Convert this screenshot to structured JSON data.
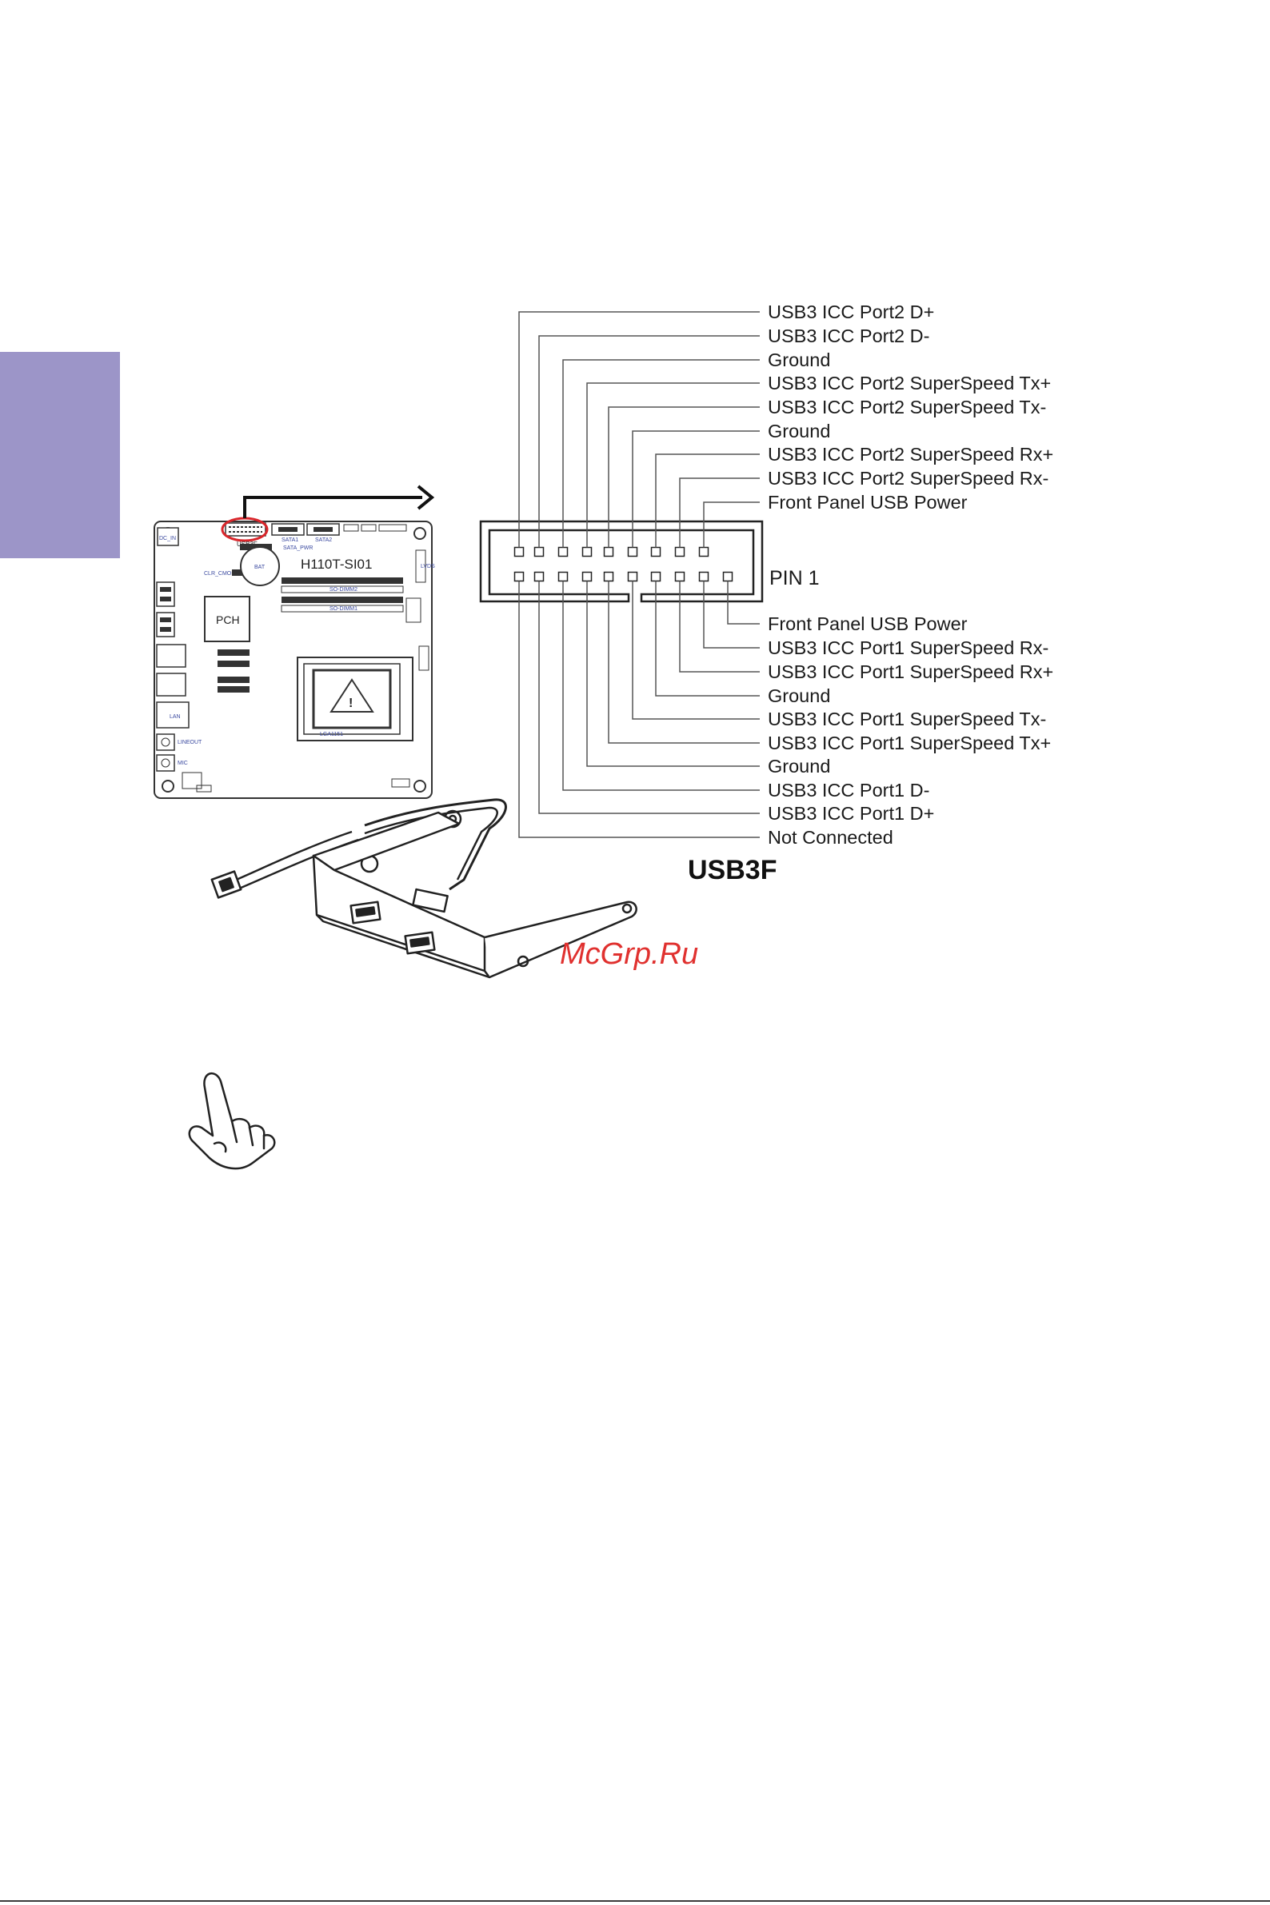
{
  "colors": {
    "side_tab": "#9c95c8",
    "highlight_circle": "#d9262b",
    "watermark": "#e0312f",
    "line": "#222222"
  },
  "connector": {
    "title": "USB3F",
    "pin1_label": "PIN 1",
    "top_row_labels": [
      "USB3 ICC Port2 D+",
      "USB3 ICC Port2 D-",
      "Ground",
      "USB3 ICC Port2 SuperSpeed Tx+",
      "USB3 ICC Port2 SuperSpeed Tx-",
      "Ground",
      "USB3 ICC Port2 SuperSpeed Rx+",
      "USB3 ICC Port2 SuperSpeed Rx-",
      "Front Panel USB Power"
    ],
    "bottom_row_labels": [
      "Front Panel USB Power",
      "USB3 ICC Port1 SuperSpeed Rx-",
      "USB3 ICC Port1 SuperSpeed Rx+",
      "Ground",
      "USB3 ICC Port1 SuperSpeed Tx-",
      "USB3 ICC Port1 SuperSpeed Tx+",
      "Ground",
      "USB3 ICC Port1 D-",
      "USB3 ICC Port1 D+",
      "Not Connected"
    ]
  },
  "board": {
    "model": "H110T-SI01",
    "chip": "PCH",
    "connector_label": "USB3F",
    "labels": {
      "dc_in": "DC_IN",
      "sata1": "SATA1",
      "sata2": "SATA2",
      "sata_pwr": "SATA_PWR",
      "clr_cmos": "CLR_CMOS",
      "bat": "BAT",
      "so_dimm2": "SO-DIMM2",
      "so_dimm1": "SO-DIMM1",
      "lan": "LAN",
      "lineout": "LINEOUT",
      "mic": "MIC",
      "lga": "LGA1151",
      "lvds": "LVDS"
    }
  },
  "watermark": "McGrp.Ru",
  "icons": [
    "pointing-hand-icon",
    "usb-bracket-illustration",
    "motherboard-illustration"
  ]
}
